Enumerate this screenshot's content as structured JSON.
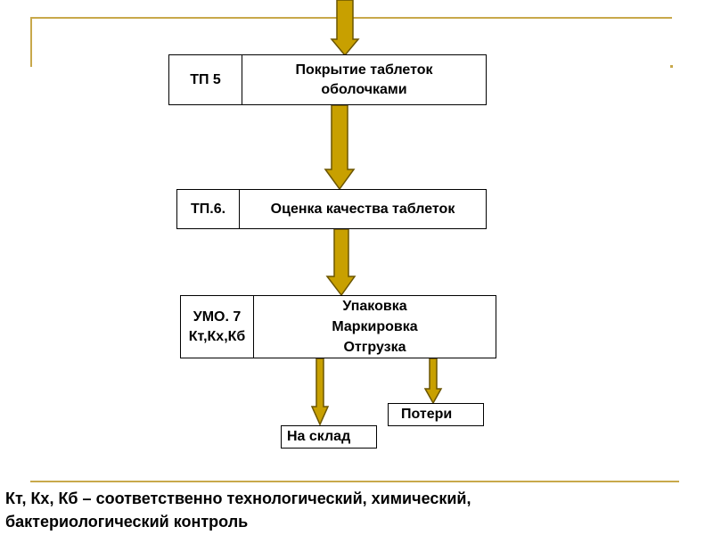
{
  "colors": {
    "accent": "#c8a84b",
    "arrow_fill": "#c8a000",
    "arrow_stroke": "#6b5500"
  },
  "steps": [
    {
      "code": "ТП 5",
      "title_lines": [
        "Покрытие таблеток",
        "оболочками"
      ]
    },
    {
      "code": "ТП.6.",
      "title_lines": [
        "Оценка качества таблеток"
      ]
    },
    {
      "code_lines": [
        "УМО. 7",
        "Кт,Кх,Кб"
      ],
      "title_lines": [
        "Упаковка",
        "Маркировка",
        "Отгрузка"
      ]
    }
  ],
  "outputs": {
    "losses": "Потери",
    "warehouse": "На склад"
  },
  "footnote_lines": [
    "Кт, Кх, Кб – соответственно технологический, химический,",
    "бактериологический контроль"
  ]
}
